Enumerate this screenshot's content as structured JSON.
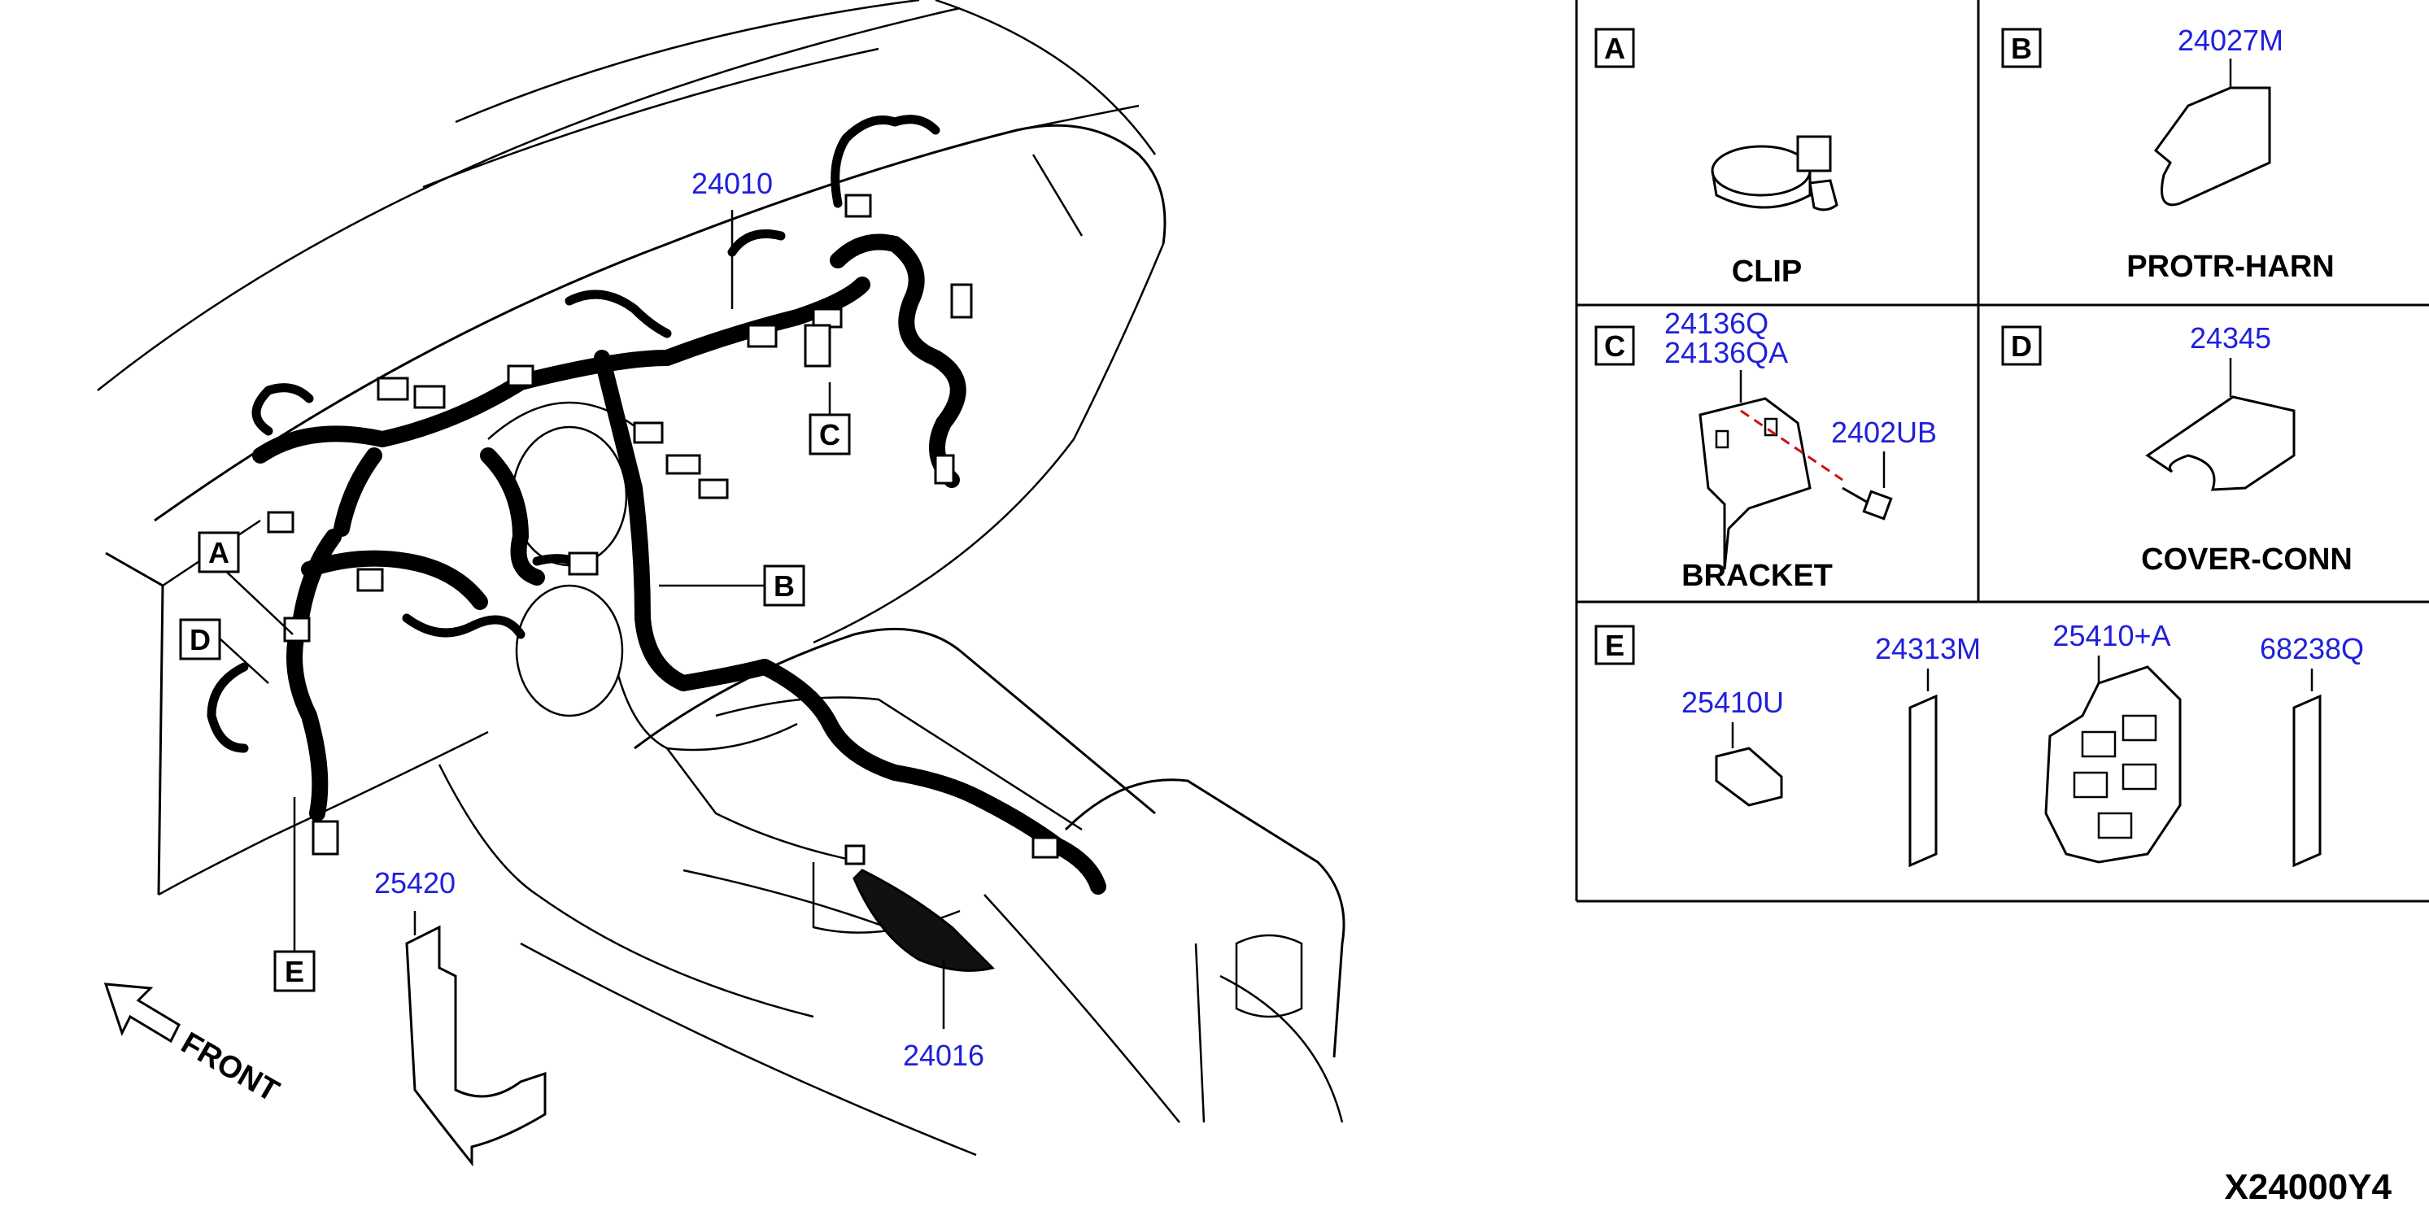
{
  "diagram": {
    "code": "X24000Y4",
    "front_label": "FRONT"
  },
  "callouts": {
    "a": "A",
    "b": "B",
    "c": "C",
    "d": "D",
    "e": "E"
  },
  "main_parts": {
    "p24010": "24010",
    "p25420": "25420",
    "p24016": "24016"
  },
  "panels": {
    "a": {
      "letter": "A",
      "caption": "CLIP"
    },
    "b": {
      "letter": "B",
      "part": "24027M",
      "caption": "PROTR-HARN"
    },
    "c": {
      "letter": "C",
      "part1": "24136Q",
      "part2": "24136QA",
      "part3": "2402UB",
      "caption": "BRACKET"
    },
    "d": {
      "letter": "D",
      "part": "24345",
      "caption": "COVER-CONN"
    },
    "e": {
      "letter": "E",
      "part1": "25410U",
      "part2": "24313M",
      "part3": "25410+A",
      "part4": "68238Q"
    }
  }
}
